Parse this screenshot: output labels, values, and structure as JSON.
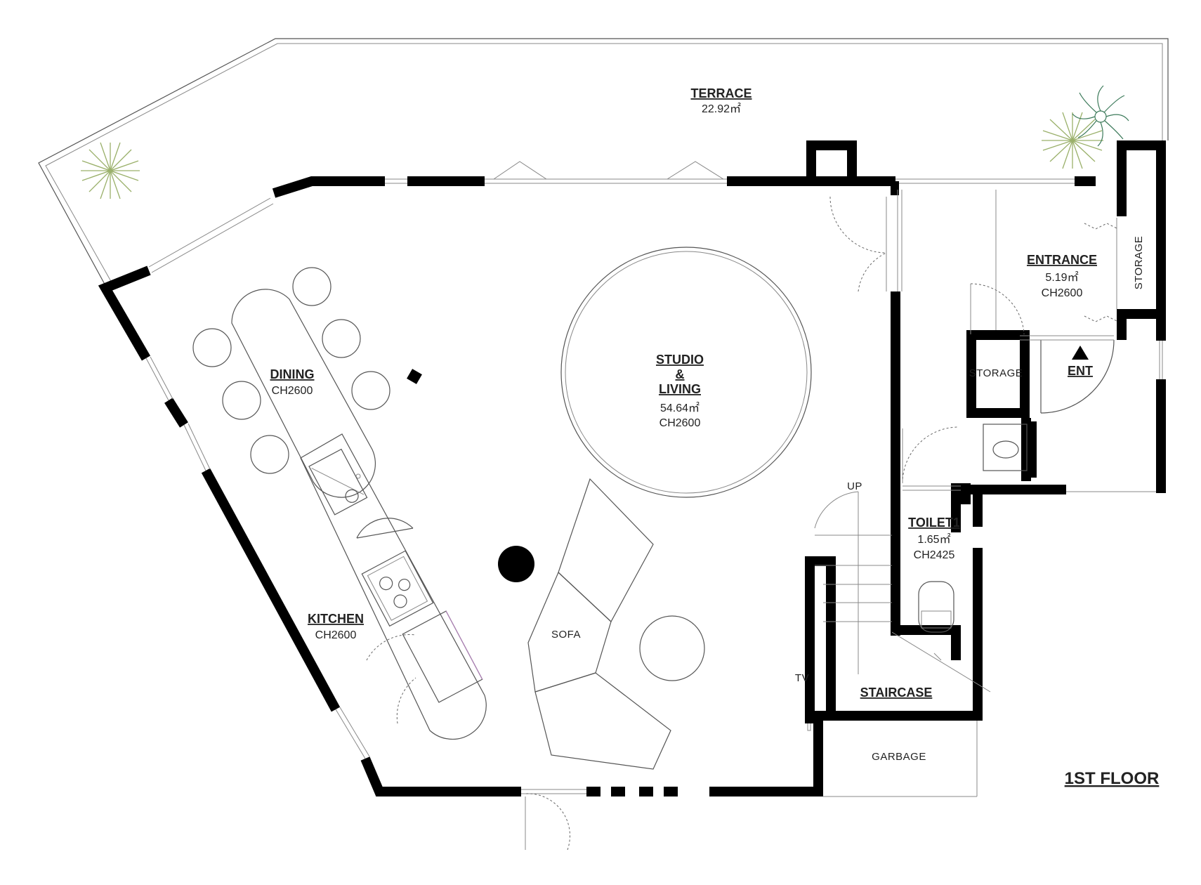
{
  "plan": {
    "title": "1ST FLOOR",
    "rooms": {
      "terrace": {
        "name": "TERRACE",
        "area": "22.92㎡"
      },
      "studio": {
        "name_line1": "STUDIO",
        "name_line2": "&",
        "name_line3": "LIVING",
        "area": "54.64㎡",
        "ceiling": "CH2600"
      },
      "dining": {
        "name": "DINING",
        "ceiling": "CH2600"
      },
      "kitchen": {
        "name": "KITCHEN",
        "ceiling": "CH2600"
      },
      "entrance": {
        "name": "ENTRANCE",
        "area": "5.19㎡",
        "ceiling": "CH2600"
      },
      "toilet": {
        "name": "TOILET1",
        "area": "1.65㎡",
        "ceiling": "CH2425"
      },
      "staircase": {
        "name": "STAIRCASE"
      }
    },
    "labels": {
      "storage_vertical": "STORAGE",
      "storage_box": "STORAGE",
      "ent": "ENT",
      "sofa": "SOFA",
      "garbage": "GARBAGE",
      "tv": "TV",
      "up": "UP"
    }
  }
}
